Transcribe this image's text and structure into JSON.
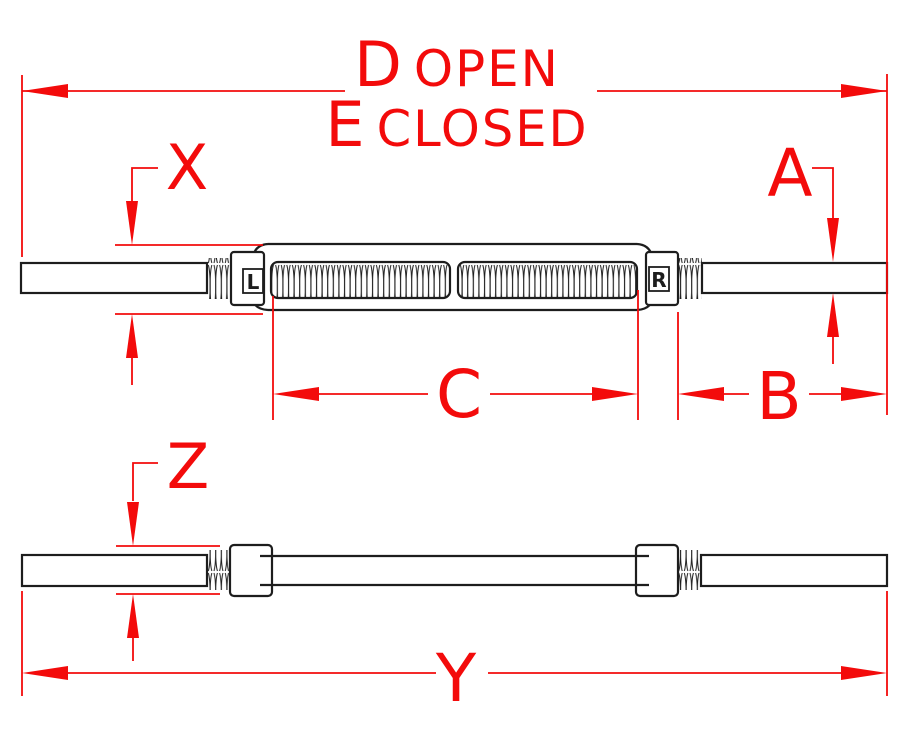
{
  "colors": {
    "dimension": "#f30b0b",
    "line": "#1d1d1d",
    "background": "#ffffff"
  },
  "dimensions": {
    "d": {
      "letter": "D",
      "word": "OPEN"
    },
    "e": {
      "letter": "E",
      "word": "CLOSED"
    },
    "x": {
      "letter": "X"
    },
    "a": {
      "letter": "A"
    },
    "c": {
      "letter": "C"
    },
    "b": {
      "letter": "B"
    },
    "z": {
      "letter": "Z"
    },
    "y": {
      "letter": "Y"
    }
  },
  "markers": {
    "left_thread": "L",
    "right_thread": "R"
  }
}
